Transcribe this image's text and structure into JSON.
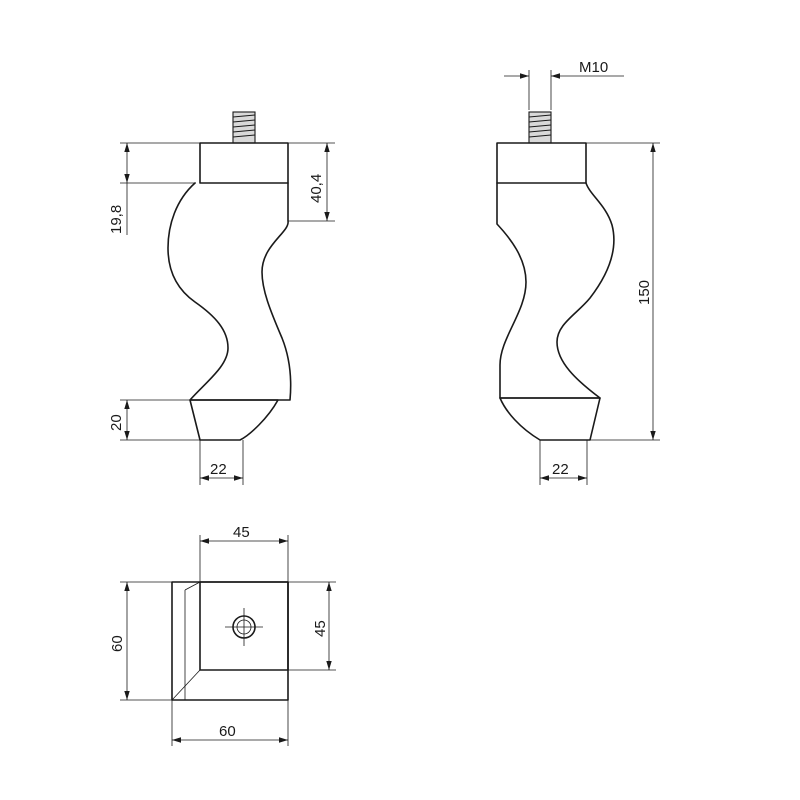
{
  "dimensions": {
    "front_collar_height": "19,8",
    "front_top_height": "40,4",
    "front_foot_height": "20",
    "front_foot_width": "22",
    "side_thread": "M10",
    "side_total_height": "150",
    "side_foot_width": "22",
    "plan_inner_width": "45",
    "plan_inner_height": "45",
    "plan_outer_height": "60",
    "plan_outer_width": "60"
  }
}
